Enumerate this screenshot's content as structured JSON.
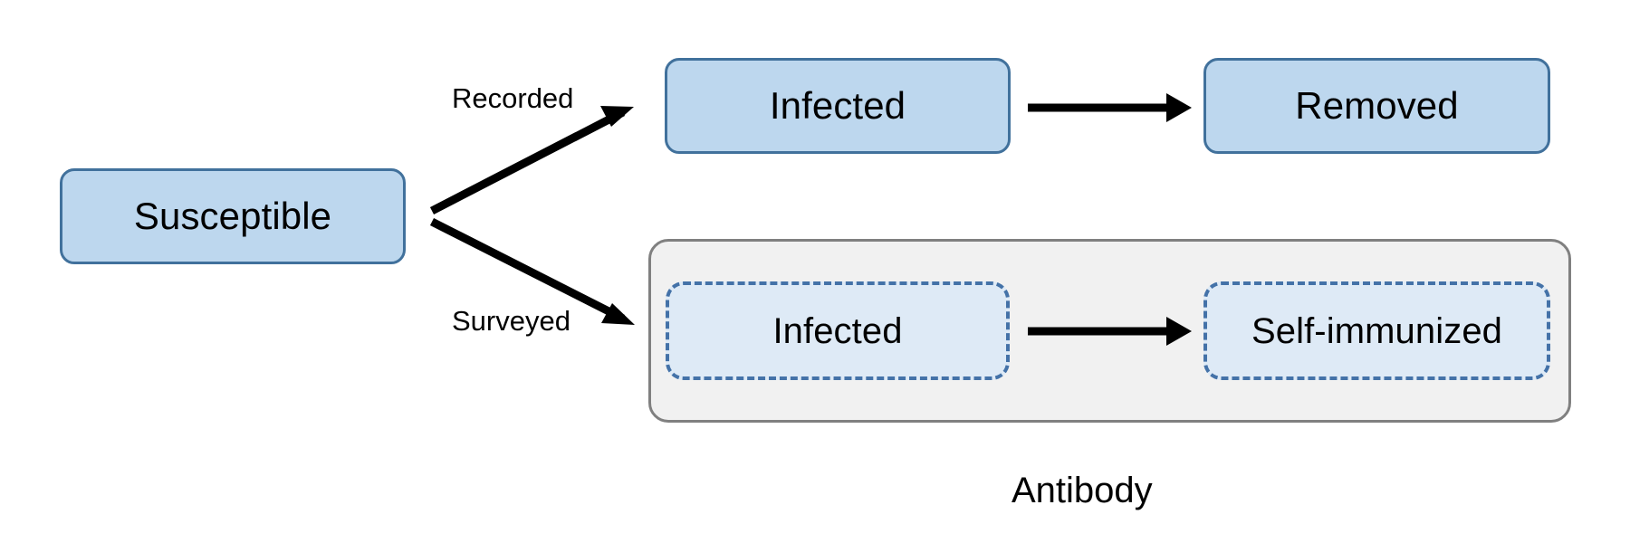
{
  "diagram": {
    "title_caption": "Antibody",
    "colors": {
      "solid_fill": "#bdd7ee",
      "solid_border": "#41719c",
      "dashed_fill": "#deeaf6",
      "dashed_border": "#4472a8",
      "group_fill": "#f1f1f1",
      "group_border": "#808080",
      "arrow": "#000000",
      "background": "#ffffff"
    },
    "nodes": [
      {
        "id": "susceptible",
        "label": "Susceptible",
        "style": "solid"
      },
      {
        "id": "infected-recorded",
        "label": "Infected",
        "style": "solid"
      },
      {
        "id": "removed",
        "label": "Removed",
        "style": "solid"
      },
      {
        "id": "infected-surveyed",
        "label": "Infected",
        "style": "dashed"
      },
      {
        "id": "self-immunized",
        "label": "Self-immunized",
        "style": "dashed"
      }
    ],
    "edges": [
      {
        "id": "susceptible-to-infected-recorded",
        "label": "Recorded",
        "from": "susceptible",
        "to": "infected-recorded"
      },
      {
        "id": "susceptible-to-infected-surveyed",
        "label": "Surveyed",
        "from": "susceptible",
        "to": "infected-surveyed"
      },
      {
        "id": "infected-recorded-to-removed",
        "label": "",
        "from": "infected-recorded",
        "to": "removed"
      },
      {
        "id": "infected-surveyed-to-self-immunized",
        "label": "",
        "from": "infected-surveyed",
        "to": "self-immunized"
      }
    ],
    "group": {
      "id": "antibody-group",
      "caption": "Antibody",
      "members": [
        "infected-surveyed",
        "self-immunized"
      ]
    }
  }
}
